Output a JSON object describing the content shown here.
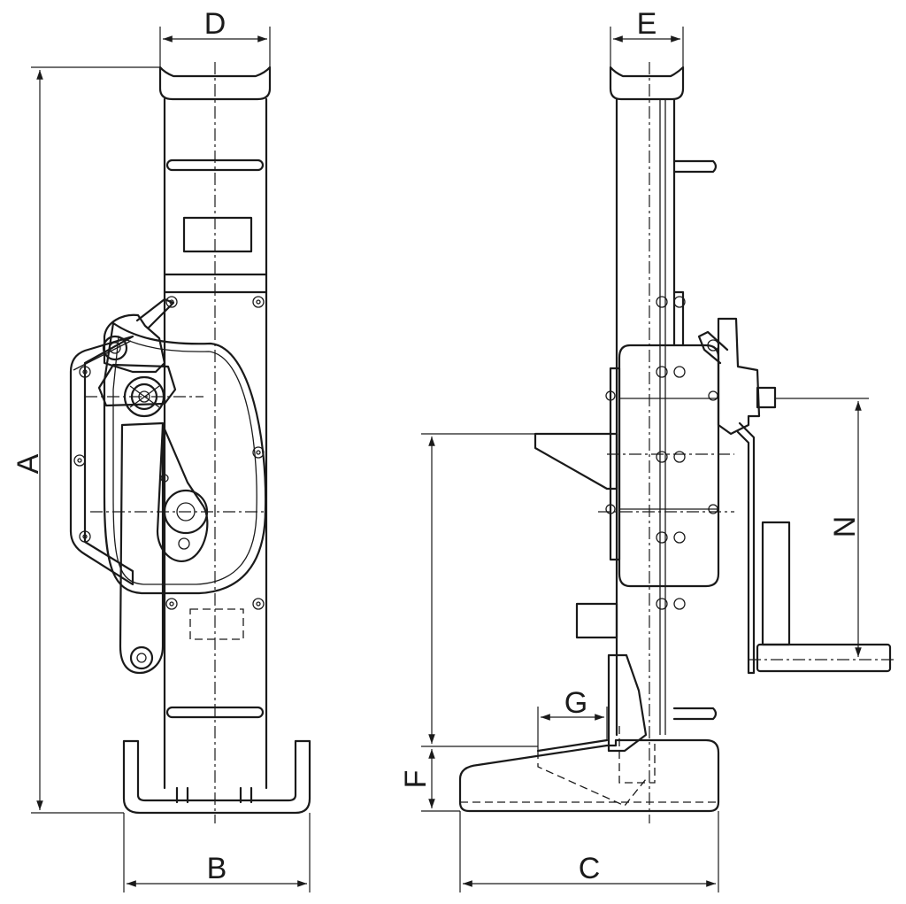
{
  "labels": {
    "A": "A",
    "B": "B",
    "C": "C",
    "D": "D",
    "E": "E",
    "F": "F",
    "G": "G",
    "N": "N"
  },
  "colors": {
    "line": "#1a1a1a",
    "background": "#ffffff"
  }
}
